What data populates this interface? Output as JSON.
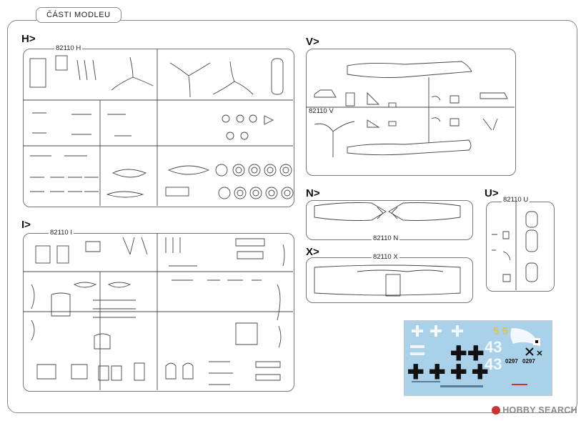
{
  "header": {
    "tab_label": "ČÁSTI MODLEU"
  },
  "sprues": {
    "H": {
      "letter": "H>",
      "code": "82110 H"
    },
    "I": {
      "letter": "I>",
      "code": "82110 I"
    },
    "V": {
      "letter": "V>",
      "code": "82110 V"
    },
    "N": {
      "letter": "N>",
      "code": "82110 N"
    },
    "X": {
      "letter": "X>",
      "code": "82110 X"
    },
    "U": {
      "letter": "U>",
      "code": "82110 U"
    }
  },
  "decal": {
    "yellow_number": "5 5",
    "big_number_1": "43",
    "big_number_2": "43",
    "small_number_1": "0297",
    "small_number_2": "0297",
    "colors": {
      "sheet": "#a9d1ea",
      "yellow": "#e0c35a",
      "cross": "#111111"
    }
  },
  "watermark": {
    "text": "HOBBY SEARCH"
  }
}
